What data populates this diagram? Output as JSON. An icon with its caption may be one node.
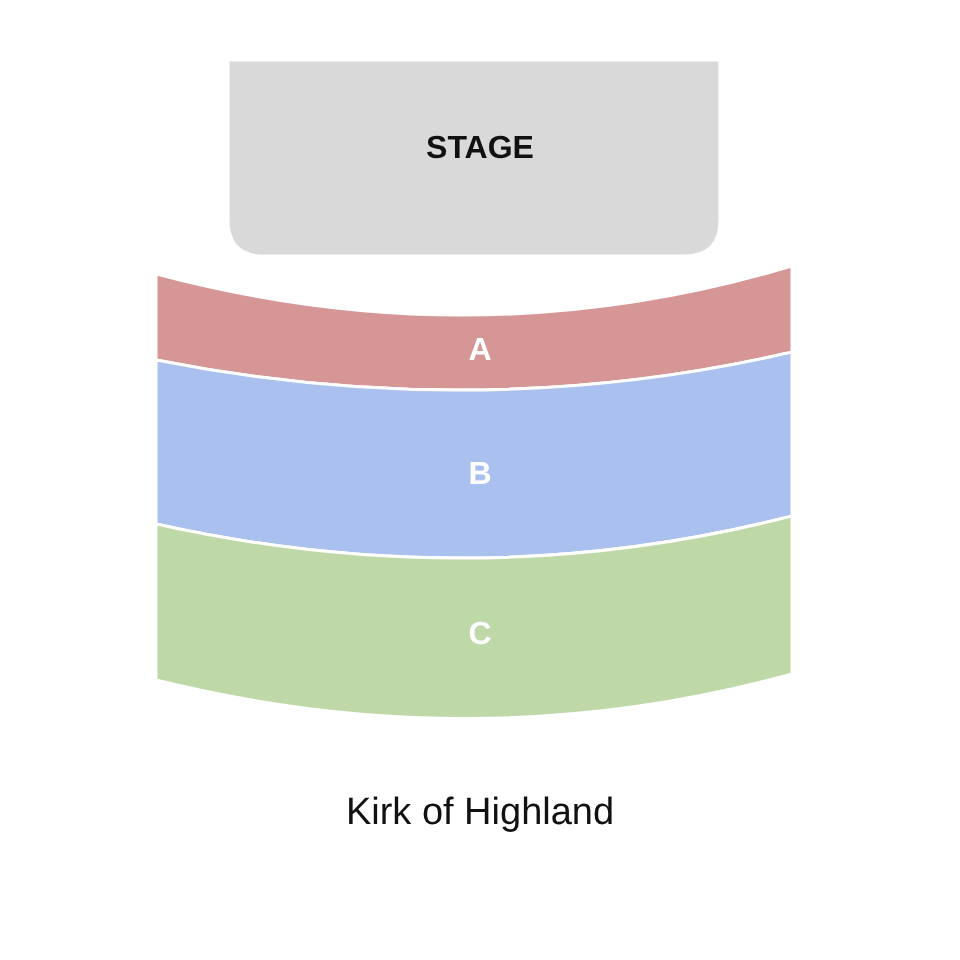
{
  "diagram": {
    "nodes": [
      {
        "text": [
          "STAGE"
        ]
      },
      {
        "text": [
          "A"
        ]
      },
      {
        "text": [
          "B"
        ]
      },
      {
        "text": [
          "C"
        ]
      }
    ],
    "edges": [],
    "labels": [
      "Kirk of Highland"
    ]
  }
}
